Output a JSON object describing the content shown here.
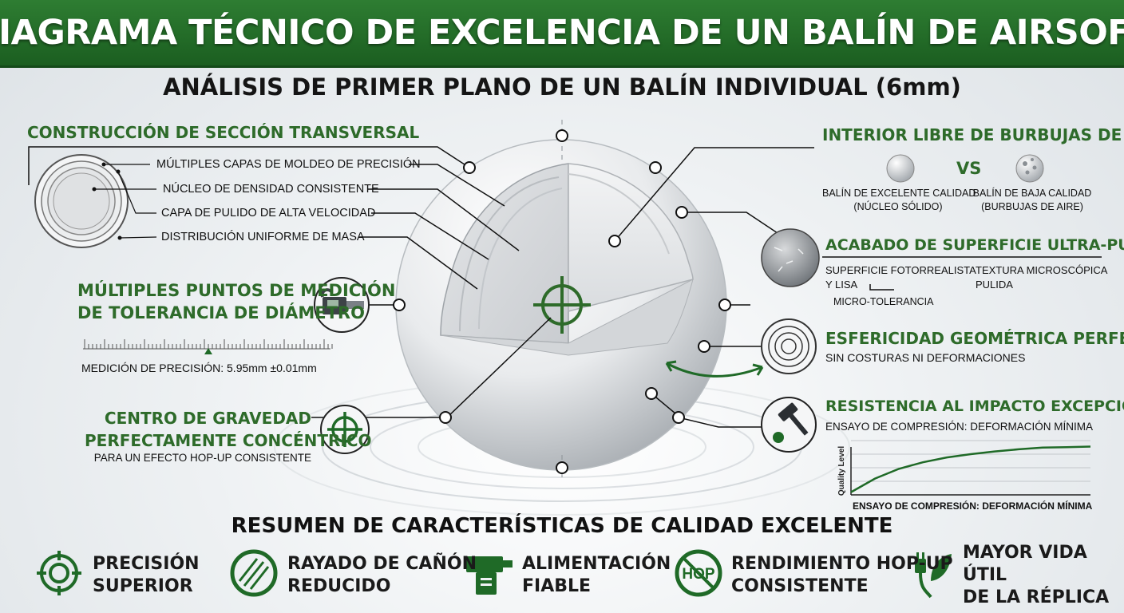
{
  "title": "DIAGRAMA TÉCNICO DE EXCELENCIA DE UN BALÍN DE AIRSOFT",
  "subtitle": "ANÁLISIS DE PRIMER PLANO DE UN BALÍN INDIVIDUAL (6mm)",
  "cross_section": {
    "heading": "CONSTRUCCIÓN DE SECCIÓN TRANSVERSAL",
    "items": [
      "MÚLTIPLES CAPAS DE MOLDEO DE PRECISIÓN",
      "NÚCLEO DE DENSIDAD CONSISTENTE",
      "CAPA DE PULIDO DE ALTA VELOCIDAD",
      "DISTRIBUCIÓN UNIFORME DE MASA"
    ]
  },
  "tolerance": {
    "heading_line1": "MÚLTIPLES PUNTOS DE MEDICIÓN",
    "heading_line2": "DE TOLERANCIA DE DIÁMETRO",
    "measurement": "MEDICIÓN DE PRECISIÓN: 5.95mm ±0.01mm",
    "icon": "micrometer-icon"
  },
  "gravity": {
    "heading_line1": "CENTRO DE GRAVEDAD",
    "heading_line2": "PERFECTAMENTE CONCÉNTRICO",
    "note": "PARA UN EFECTO HOP-UP CONSISTENTE",
    "icon": "crosshair-icon"
  },
  "bubbles": {
    "heading": "INTERIOR LIBRE DE BURBUJAS DE AIRE",
    "vs": "VS",
    "good_line1": "BALÍN DE EXCELENTE CALIDAD",
    "good_line2": "(NÚCLEO SÓLIDO)",
    "bad_line1": "BALÍN DE BAJA CALIDAD",
    "bad_line2": "(BURBUJAS DE AIRE)"
  },
  "surface": {
    "heading": "ACABADO DE SUPERFICIE ULTRA-PULIDO",
    "left_line1": "SUPERFICIE FOTORREALISTA",
    "left_line2": "Y LISA",
    "right_line1": "TEXTURA MICROSCÓPICA",
    "right_line2": "PULIDA",
    "micro": "MICRO-TOLERANCIA"
  },
  "sphericity": {
    "heading": "ESFERICIDAD GEOMÉTRICA PERFECTA",
    "note": "SIN COSTURAS NI DEFORMACIONES"
  },
  "impact": {
    "heading": "RESISTENCIA AL IMPACTO EXCEPCIONAL",
    "note": "ENSAYO DE COMPRESIÓN: DEFORMACIÓN MÍNIMA",
    "icon": "hammer-icon"
  },
  "chart_data": {
    "type": "line",
    "title": "",
    "xlabel": "ENSAYO DE COMPRESIÓN: DEFORMACIÓN MÍNIMA",
    "ylabel": "Quality Level",
    "x": [
      0,
      1,
      2,
      3,
      4,
      5,
      6,
      7,
      8,
      9,
      10
    ],
    "series": [
      {
        "values": [
          0.05,
          0.3,
          0.48,
          0.6,
          0.69,
          0.75,
          0.8,
          0.84,
          0.87,
          0.88,
          0.89
        ]
      }
    ],
    "ylim": [
      0,
      1
    ],
    "grid": true
  },
  "summary": {
    "heading": "RESUMEN DE CARACTERÍSTICAS DE CALIDAD EXCELENTE",
    "features": [
      {
        "label": "PRECISIÓN\nSUPERIOR",
        "icon": "target-icon"
      },
      {
        "label": "RAYADO DE CAÑÓN\nREDUCIDO",
        "icon": "barrel-icon"
      },
      {
        "label": "ALIMENTACIÓN\nFIABLE",
        "icon": "feeder-icon"
      },
      {
        "label": "RENDIMIENTO HOP-UP\nCONSISTENTE",
        "icon": "hop-icon",
        "icon_text": "HOP"
      },
      {
        "label": "MAYOR VIDA ÚTIL\nDE LA RÉPLICA",
        "icon": "plug-leaf-icon"
      }
    ]
  },
  "colors": {
    "accent": "#2e6b2a",
    "banner": "#1f6a27"
  }
}
